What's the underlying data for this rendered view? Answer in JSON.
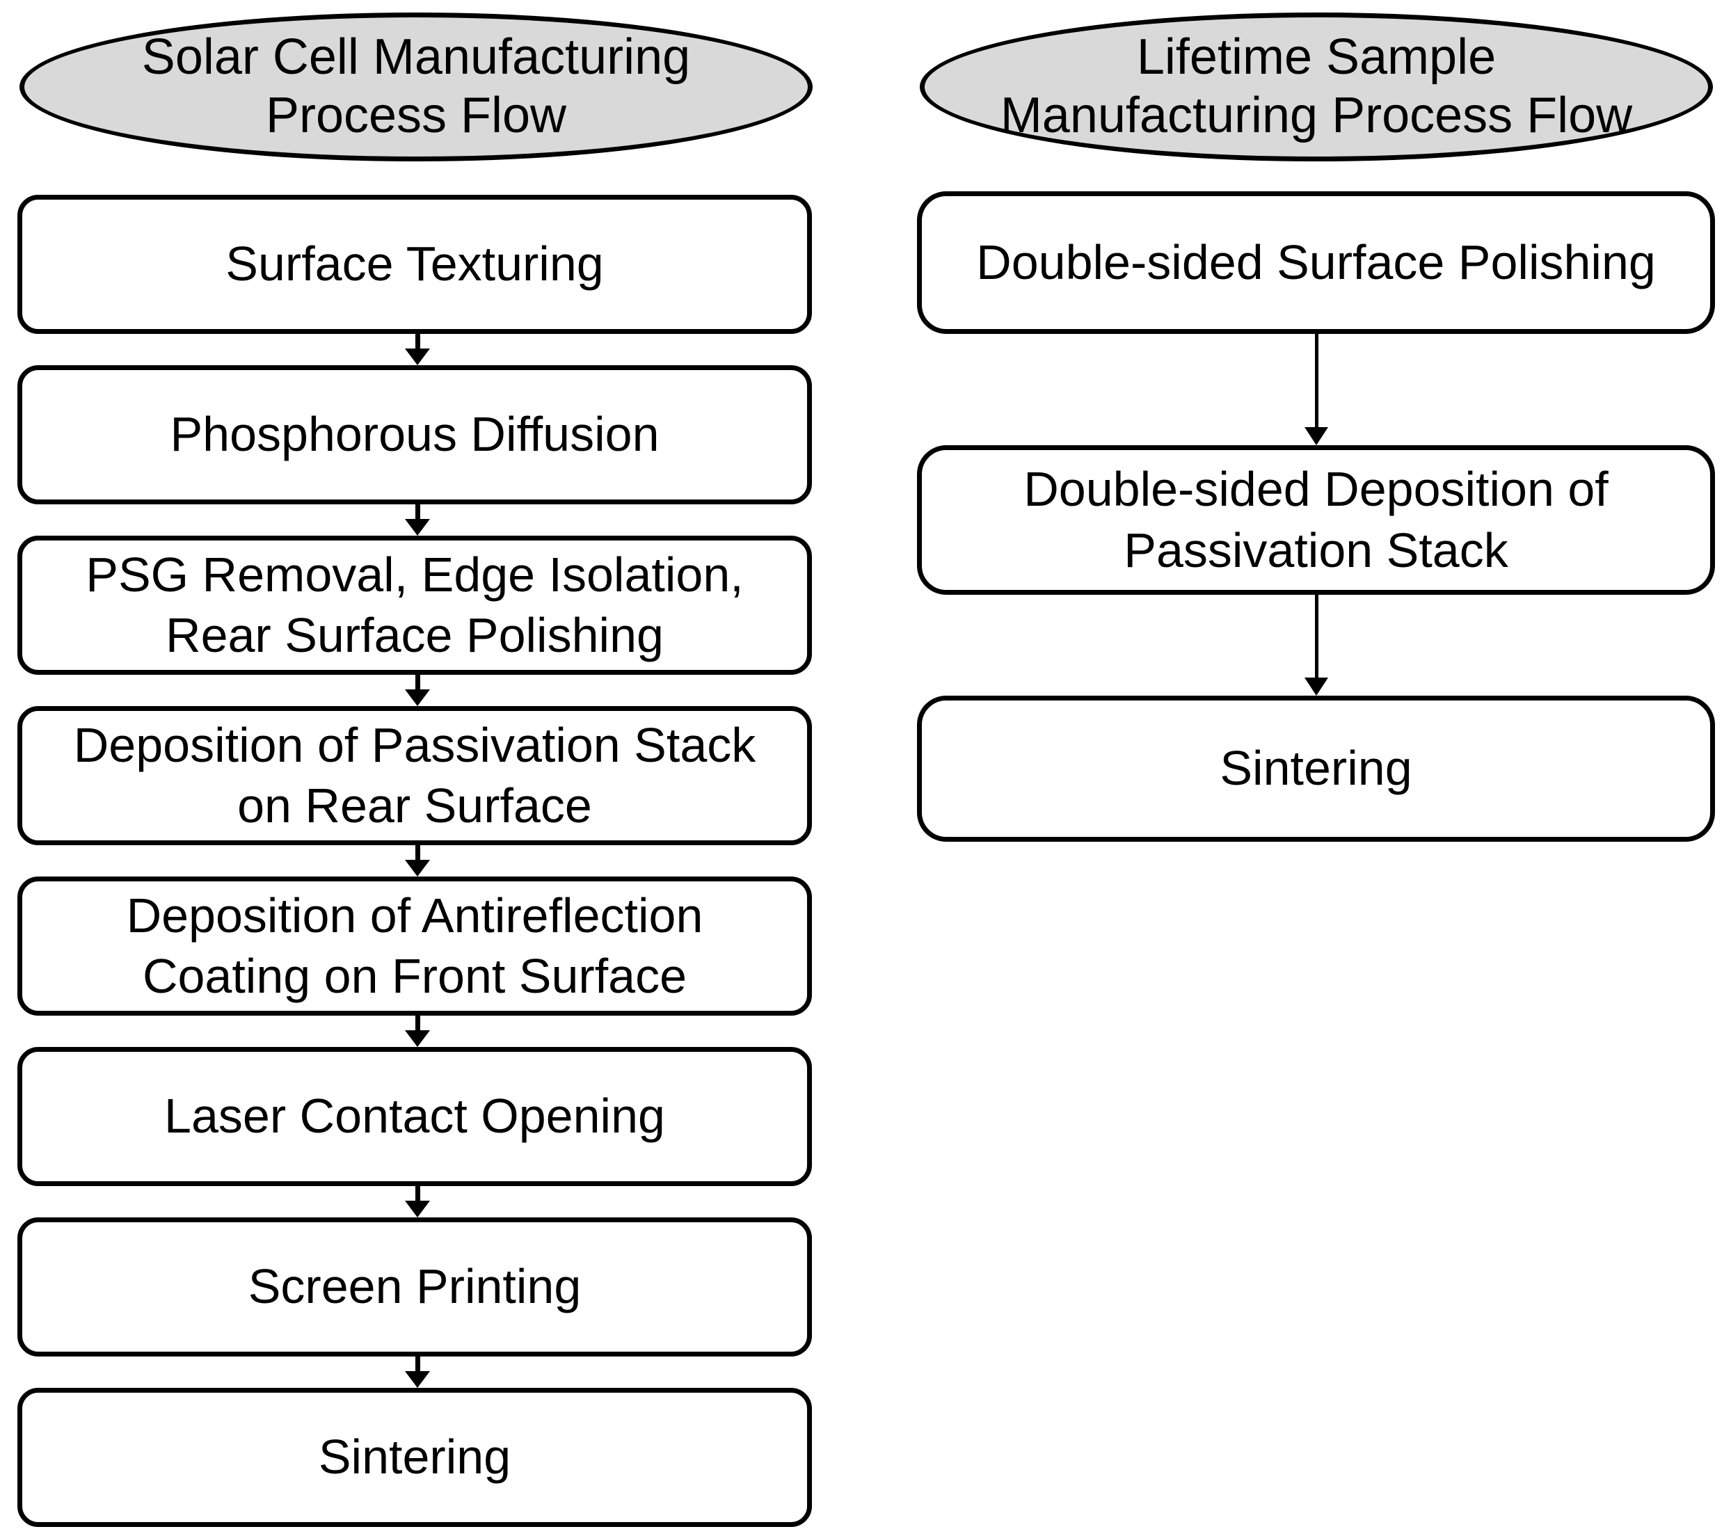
{
  "colors": {
    "background": "#ffffff",
    "terminator_fill": "#d9d9d9",
    "box_fill": "#ffffff",
    "outline": "#000000",
    "text": "#000000"
  },
  "left_flow": {
    "title": "Solar Cell Manufacturing\nProcess Flow",
    "steps": [
      {
        "label": "Surface Texturing"
      },
      {
        "label": "Phosphorous Diffusion"
      },
      {
        "label": "PSG Removal, Edge Isolation,\nRear Surface Polishing"
      },
      {
        "label": "Deposition of Passivation Stack\non Rear Surface"
      },
      {
        "label": "Deposition of Antireflection\nCoating on Front Surface"
      },
      {
        "label": "Laser Contact Opening"
      },
      {
        "label": "Screen Printing"
      },
      {
        "label": "Sintering"
      }
    ]
  },
  "right_flow": {
    "title": "Lifetime Sample\nManufacturing Process Flow",
    "steps": [
      {
        "label": "Double-sided Surface Polishing"
      },
      {
        "label": "Double-sided Deposition of\nPassivation Stack"
      },
      {
        "label": "Sintering"
      }
    ]
  }
}
